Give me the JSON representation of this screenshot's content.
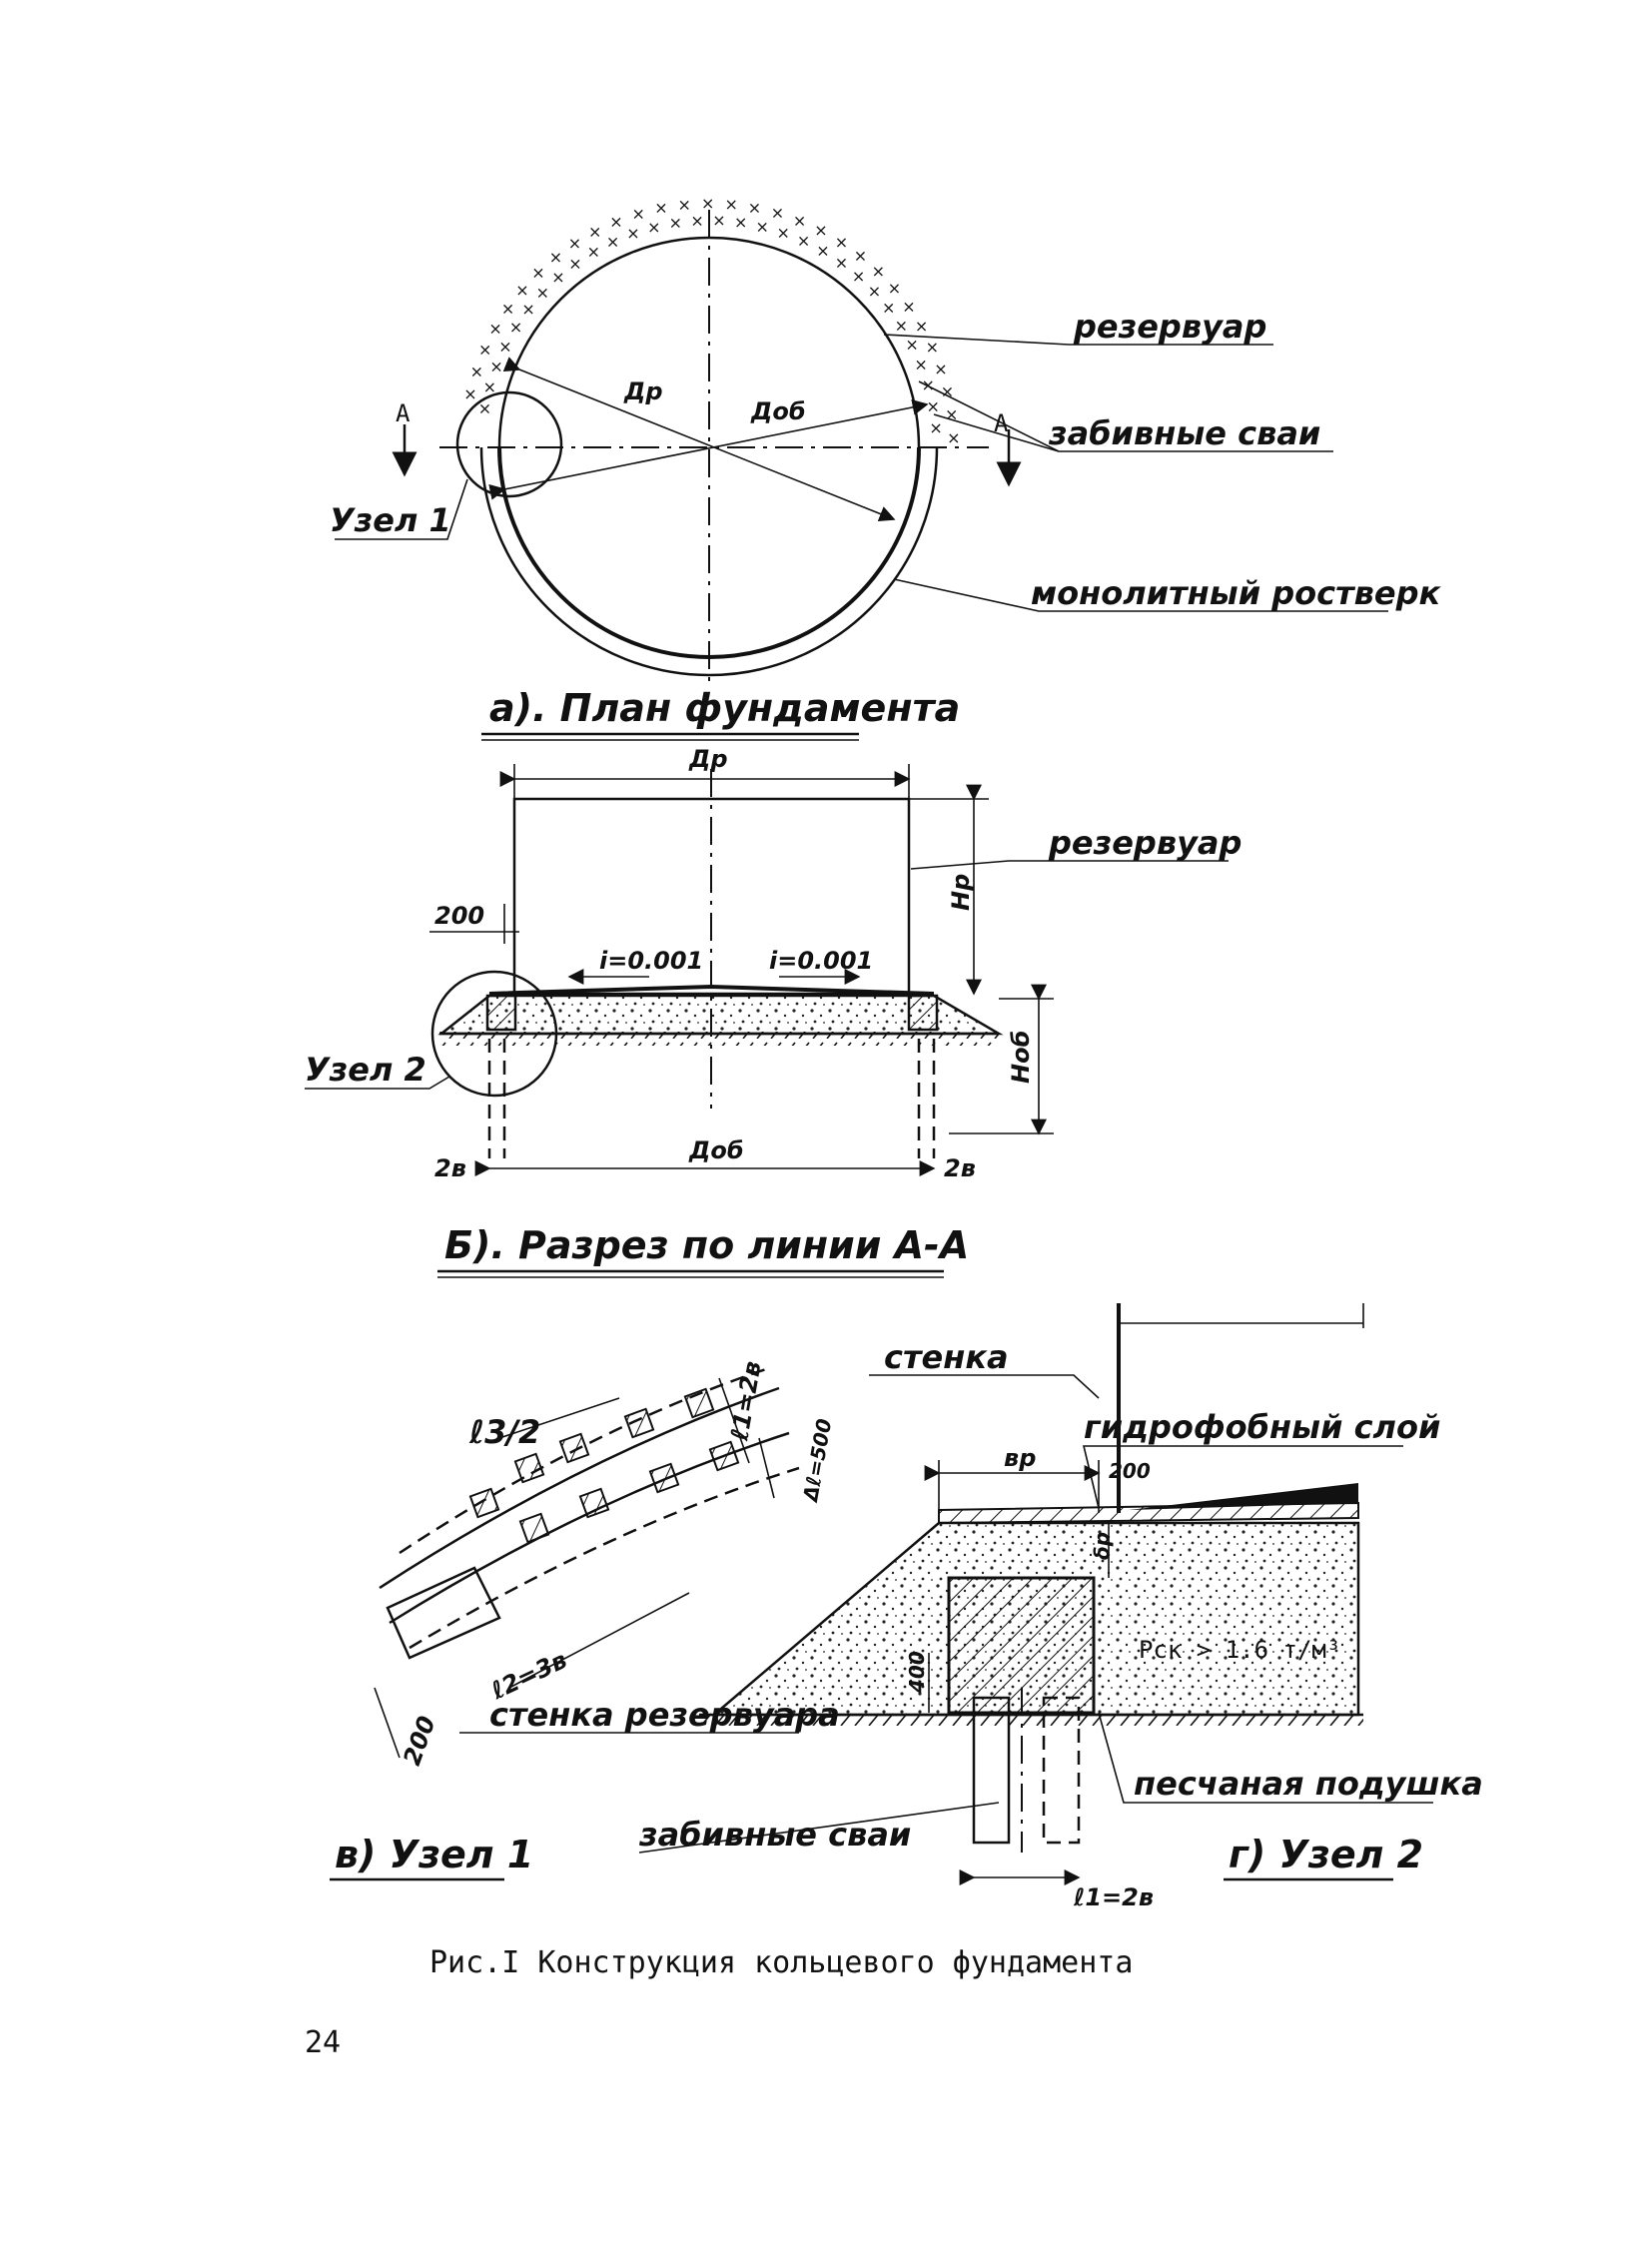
{
  "figure": {
    "caption": "Рис.I  Конструкция кольцевого фундамента",
    "page_number": "24"
  },
  "plan": {
    "title": "а). План фундамента",
    "labels": {
      "reservoir": "резервуар",
      "piles": "забивные сваи",
      "grillage": "монолитный ростверк",
      "node1": "Узел 1",
      "dr": "Др",
      "dob": "Доб",
      "section_mark_left": "А",
      "section_mark_right": "А"
    }
  },
  "section": {
    "title": "Б). Разрез по линии А-А",
    "labels": {
      "dr": "Др",
      "hr": "Hр",
      "hob": "Hоб",
      "reservoir": "резервуар",
      "dim_200": "200",
      "slope_left": "i=0.001",
      "slope_right": "i=0.001",
      "node2": "Узел 2",
      "dob": "Доб",
      "dim_2b_left": "2в",
      "dim_2b_right": "2в"
    }
  },
  "node1": {
    "title": "в) Узел 1",
    "labels": {
      "l3_half": "ℓ3/2",
      "l1_2b": "ℓ1=2в",
      "delta_l": "Δℓ=500",
      "l2_3b": "ℓ2=3в",
      "dim_200": "200",
      "wall": "стенка резервуара"
    }
  },
  "node2": {
    "title": "г) Узел 2",
    "labels": {
      "wall": "стенка",
      "hydrophobic": "гидрофобный слой",
      "bp": "вр",
      "dim_200": "200",
      "dp": "δр",
      "density": "Рск > 1.6 т/м³",
      "dim_400": "400",
      "sand_cushion": "песчаная подушка",
      "piles": "забивные сваи",
      "l1_2b": "ℓ1=2в"
    }
  }
}
